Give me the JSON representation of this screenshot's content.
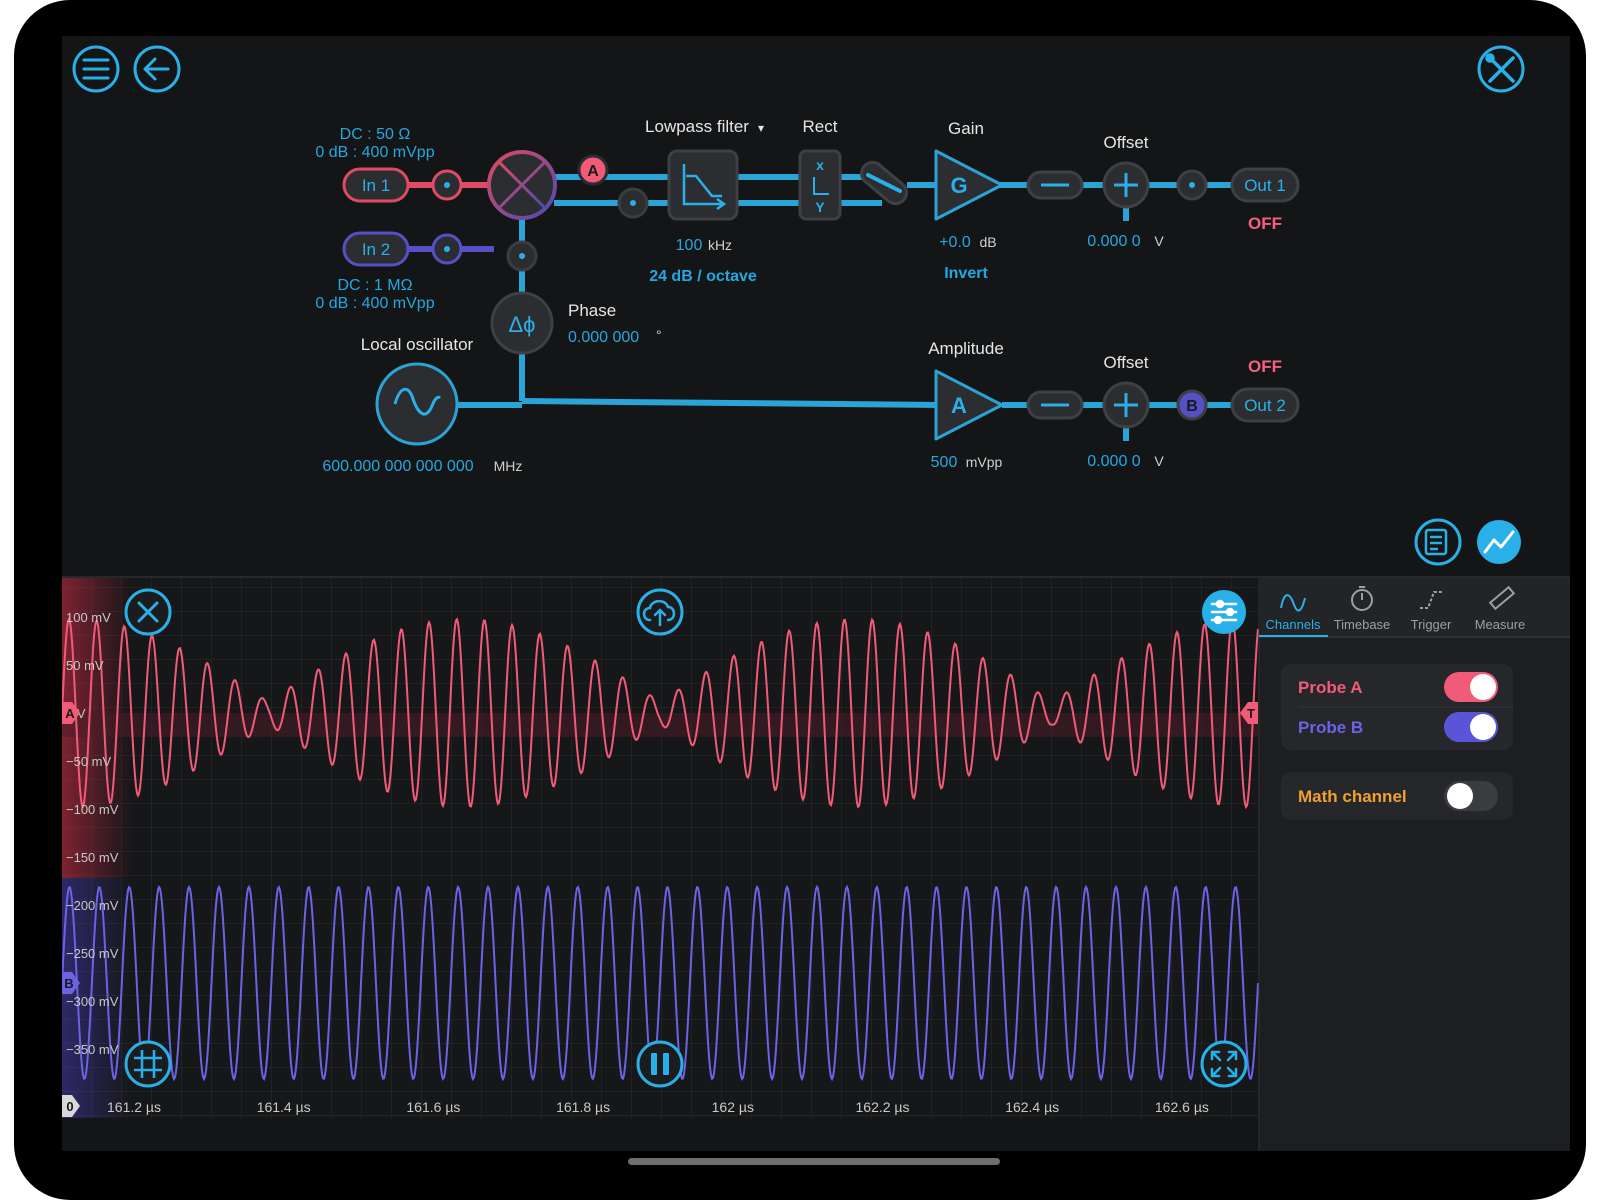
{
  "flow": {
    "in1": {
      "label": "In 1",
      "coupling": "DC : 50 Ω",
      "range": "0 dB : 400 mVpp"
    },
    "in2": {
      "label": "In 2",
      "coupling": "DC : 1 MΩ",
      "range": "0 dB : 400 mVpp"
    },
    "probe_a_marker": "A",
    "probe_b_marker": "B",
    "lowpass": {
      "title": "Lowpass filter",
      "caret": "▾",
      "freq_value": "100",
      "freq_unit": "kHz",
      "slope": "24 dB / octave"
    },
    "rect": {
      "title": "Rect",
      "x": "x",
      "y": "Y"
    },
    "gain": {
      "title": "Gain",
      "symbol": "G",
      "value": "+0.0",
      "unit": "dB",
      "invert": "Invert"
    },
    "offset1": {
      "title": "Offset",
      "value": "0.000 0",
      "unit": "V"
    },
    "out1": {
      "label": "Out 1",
      "state": "OFF"
    },
    "phase": {
      "title": "Phase",
      "symbol": "Δϕ",
      "value": "0.000 000",
      "unit": "°"
    },
    "local_osc": {
      "title": "Local oscillator",
      "value": "600.000 000 000 000",
      "unit": "MHz"
    },
    "amplitude": {
      "title": "Amplitude",
      "symbol": "A",
      "value": "500",
      "unit": "mVpp"
    },
    "offset2": {
      "title": "Offset",
      "value": "0.000 0",
      "unit": "V"
    },
    "out2": {
      "label": "Out 2",
      "state": "OFF"
    }
  },
  "toolbar": {
    "menu_icon": "menu-icon",
    "back_icon": "back-arrow-icon",
    "settings_icon": "tools-icon",
    "notes_icon": "notes-icon",
    "graph_icon": "graph-icon"
  },
  "scope": {
    "y_labels": [
      "100 mV",
      "50 mV",
      "0 V",
      "−50 mV",
      "−100 mV",
      "−150 mV",
      "−200 mV",
      "−250 mV",
      "−300 mV",
      "−350 mV"
    ],
    "x_labels": [
      "161.2 µs",
      "161.4 µs",
      "161.6 µs",
      "161.8 µs",
      "162 µs",
      "162.2 µs",
      "162.4 µs",
      "162.6 µs"
    ],
    "marker_a": "A",
    "marker_b": "B",
    "marker_t": "T",
    "marker_zero": "0",
    "colors": {
      "probe_a": "#f25b78",
      "probe_b": "#6a63e6",
      "accent": "#2ab0e8"
    }
  },
  "tabs": [
    {
      "label": "Channels",
      "icon": "sine-icon",
      "active": true
    },
    {
      "label": "Timebase",
      "icon": "stopwatch-icon",
      "active": false
    },
    {
      "label": "Trigger",
      "icon": "trigger-edge-icon",
      "active": false
    },
    {
      "label": "Measure",
      "icon": "ruler-icon",
      "active": false
    }
  ],
  "channels": {
    "probe_a": {
      "label": "Probe A",
      "on": true
    },
    "probe_b": {
      "label": "Probe B",
      "on": true
    },
    "math": {
      "label": "Math channel",
      "on": false
    }
  }
}
